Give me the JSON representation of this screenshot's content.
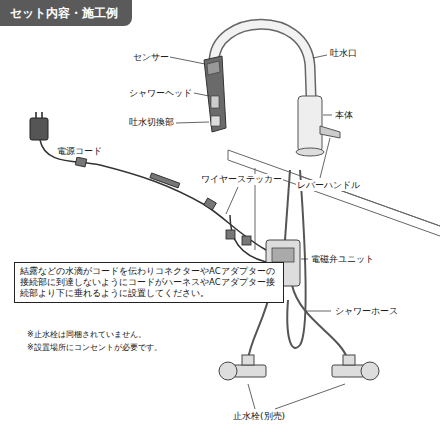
{
  "diagram": {
    "title": "セット内容・施工例",
    "nodes": [
      {
        "text": [
          "結露などの水滴がコードを伝わりコネクターやACアダプターの接続部に到達しないようにコードがハーネスやACアダプター接続部より下に垂れるように設置してください。"
        ]
      }
    ],
    "labels": [
      "センサー",
      "吐水口",
      "シャワーヘッド",
      "本体",
      "吐水切換部",
      "電源コード",
      "ワイヤーステッカー",
      "レバーハンドル",
      "電磁弁ユニット",
      "シャワーホース",
      "※止水栓は同梱されていません。",
      "※設置場所にコンセントが必要です。",
      "止水栓(別売)"
    ]
  }
}
